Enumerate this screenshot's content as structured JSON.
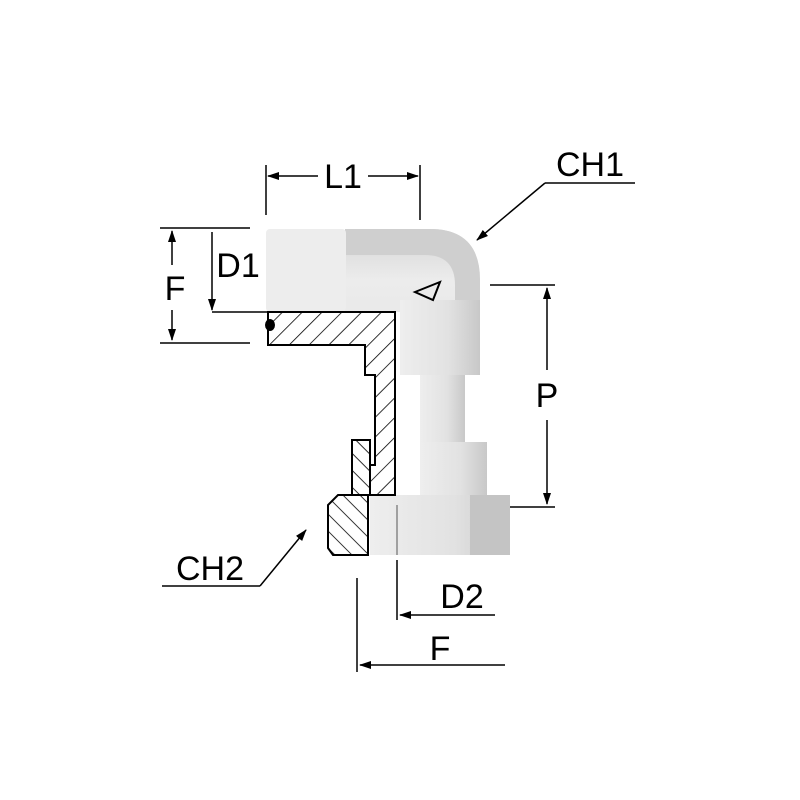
{
  "drawing": {
    "title": "90° elbow swivel fitting dimension drawing",
    "labels": {
      "l1": "L1",
      "ch1": "CH1",
      "d1": "D1",
      "f_top": "F",
      "p": "P",
      "ch2": "CH2",
      "d2": "D2",
      "f_bottom": "F"
    }
  }
}
